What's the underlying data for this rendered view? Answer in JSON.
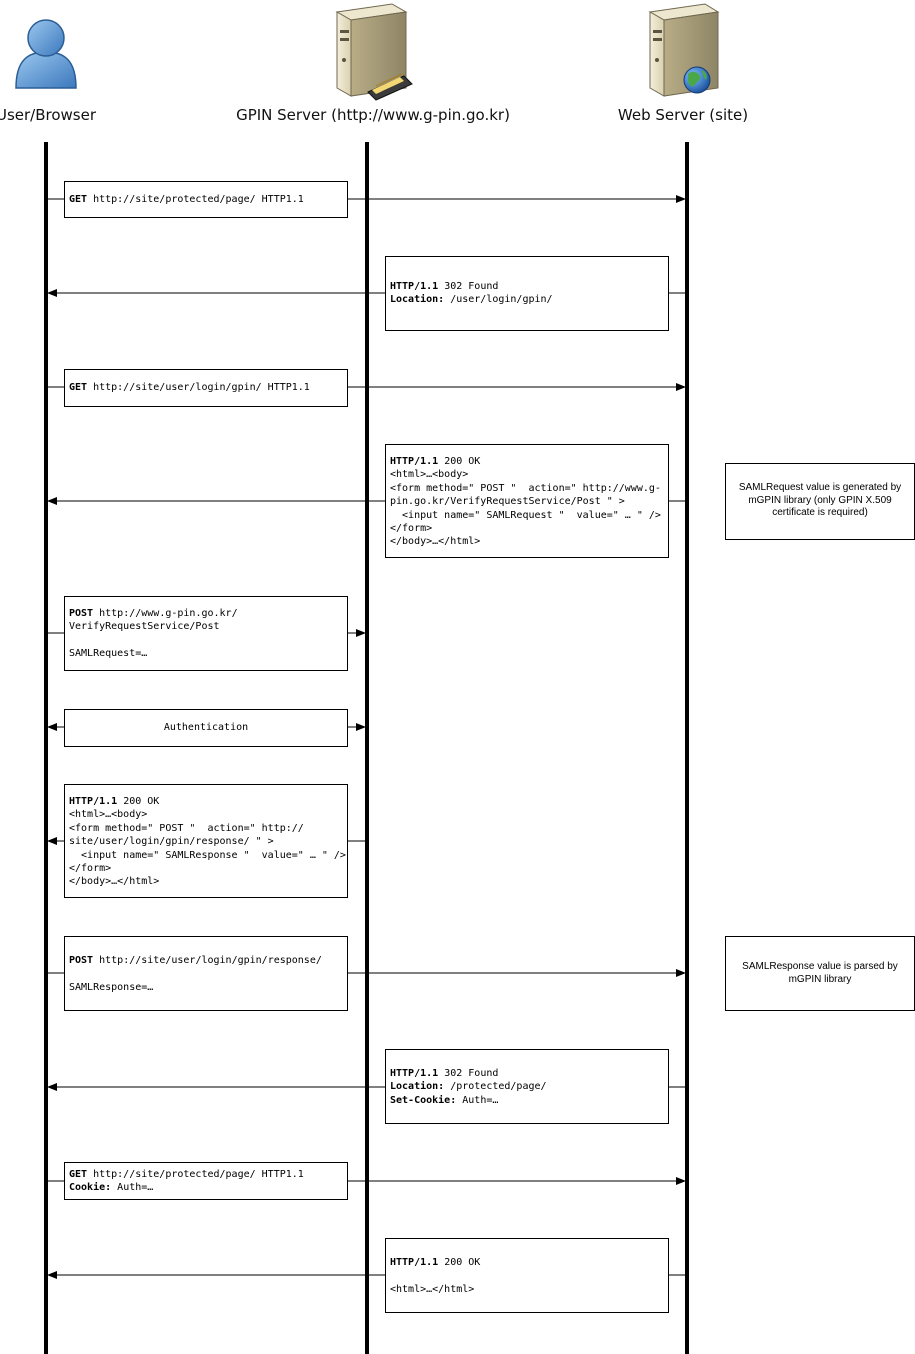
{
  "participants": [
    {
      "label": "User/Browser",
      "icon": "user-icon"
    },
    {
      "label": "GPIN Server (http://www.g-pin.go.kr)",
      "icon": "server-with-card-reader-icon"
    },
    {
      "label": "Web Server (site)",
      "icon": "server-with-globe-icon"
    }
  ],
  "messages": [
    {
      "lines": [
        [
          "GET",
          " http://site/protected/page/ HTTP1.1"
        ]
      ]
    },
    {
      "lines": [
        [
          "HTTP/1.1",
          " 302 Found"
        ],
        [
          "Location:",
          " /user/login/gpin/"
        ]
      ]
    },
    {
      "lines": [
        [
          "GET",
          " http://site/user/login/gpin/ HTTP1.1"
        ]
      ]
    },
    {
      "lines": [
        [
          "HTTP/1.1",
          " 200 OK"
        ],
        [
          "",
          "<html>…<body>"
        ],
        [
          "",
          "<form method=\" POST \"  action=\" http://www.g-"
        ],
        [
          "",
          "pin.go.kr/VerifyRequestService/Post \" >"
        ],
        [
          "",
          "  <input name=\" SAMLRequest \"  value=\" … \" />"
        ],
        [
          "",
          "</form>"
        ],
        [
          "",
          "</body>…</html>"
        ]
      ]
    },
    {
      "lines": [
        [
          "POST",
          " http://www.g-pin.go.kr/"
        ],
        [
          "",
          "VerifyRequestService/Post"
        ],
        [
          "",
          ""
        ],
        [
          "",
          "SAMLRequest=…"
        ]
      ]
    },
    {
      "lines": [
        [
          "",
          "Authentication"
        ]
      ]
    },
    {
      "lines": [
        [
          "HTTP/1.1",
          " 200 OK"
        ],
        [
          "",
          "<html>…<body>"
        ],
        [
          "",
          "<form method=\" POST \"  action=\" http://"
        ],
        [
          "",
          "site/user/login/gpin/response/ \" >"
        ],
        [
          "",
          "  <input name=\" SAMLResponse \"  value=\" … \" />"
        ],
        [
          "",
          "</form>"
        ],
        [
          "",
          "</body>…</html>"
        ]
      ]
    },
    {
      "lines": [
        [
          "POST",
          " http://site/user/login/gpin/response/"
        ],
        [
          "",
          ""
        ],
        [
          "",
          "SAMLResponse=…"
        ]
      ]
    },
    {
      "lines": [
        [
          "HTTP/1.1",
          " 302 Found"
        ],
        [
          "Location:",
          " /protected/page/"
        ],
        [
          "Set-Cookie:",
          " Auth=…"
        ]
      ]
    },
    {
      "lines": [
        [
          "GET",
          " http://site/protected/page/ HTTP1.1"
        ],
        [
          "Cookie:",
          " Auth=…"
        ]
      ]
    },
    {
      "lines": [
        [
          "HTTP/1.1",
          " 200 OK"
        ],
        [
          "",
          ""
        ],
        [
          "",
          "<html>…</html>"
        ]
      ]
    }
  ],
  "notes": [
    {
      "text": "SAMLRequest value is generated by mGPIN library (only GPIN X.509 certificate is required)"
    },
    {
      "text": "SAMLResponse value is parsed by mGPIN library"
    }
  ]
}
